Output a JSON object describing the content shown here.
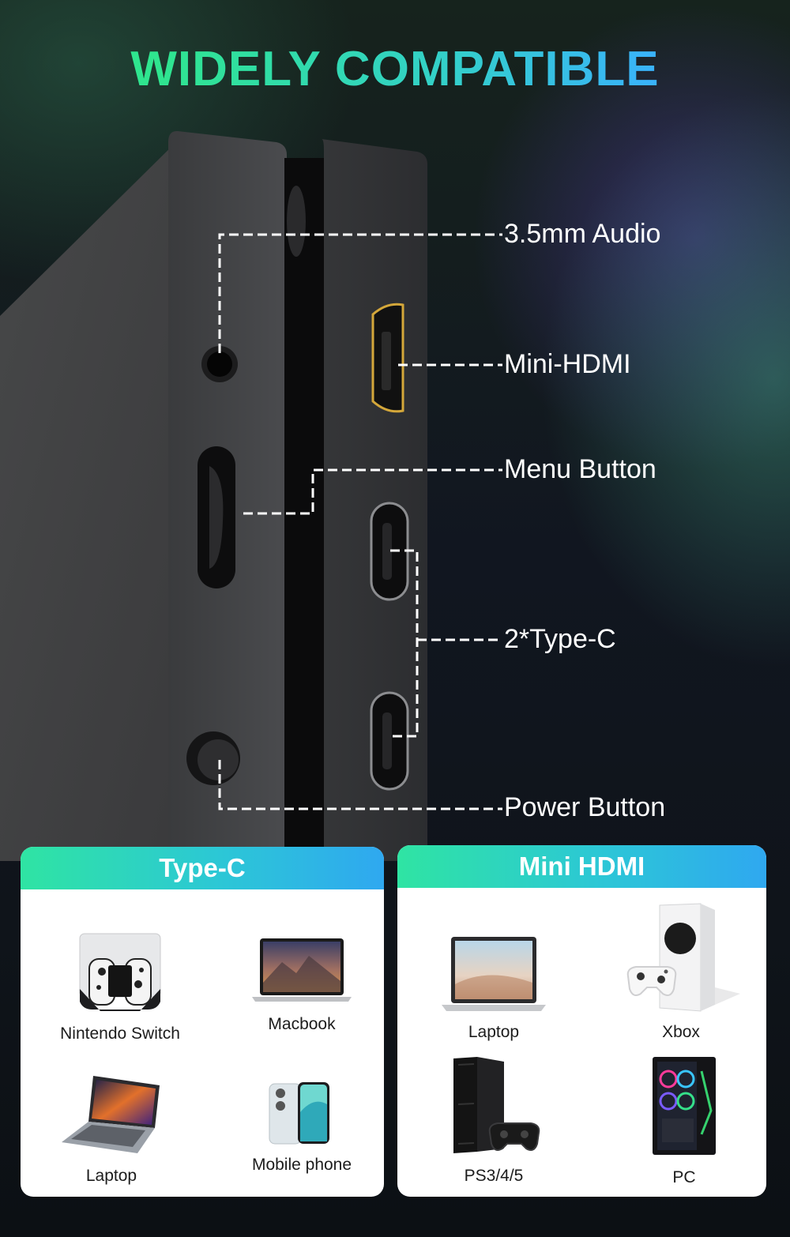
{
  "title": "WIDELY COMPATIBLE",
  "ports": [
    {
      "label": "3.5mm Audio"
    },
    {
      "label": "Mini-HDMI"
    },
    {
      "label": "Menu Button"
    },
    {
      "label": "2*Type-C"
    },
    {
      "label": "Power Button"
    }
  ],
  "panels": {
    "typec": {
      "header": "Type-C",
      "devices": [
        "Nintendo Switch",
        "Macbook",
        "Laptop",
        "Mobile phone"
      ]
    },
    "minihdmi": {
      "header": "Mini HDMI",
      "devices": [
        "Laptop",
        "Xbox",
        "PS3/4/5",
        "PC"
      ]
    }
  },
  "colors": {
    "title_start": "#2fe58f",
    "title_end": "#3ab0ff",
    "header_start": "#2fe4a3",
    "header_end": "#2fa8f0",
    "hdmi_gold": "#d4a73a"
  },
  "icons": [
    "switch-console-icon",
    "macbook-icon",
    "laptop-icon",
    "mobile-phone-icon",
    "xbox-icon",
    "ps-console-icon",
    "pc-tower-icon"
  ]
}
